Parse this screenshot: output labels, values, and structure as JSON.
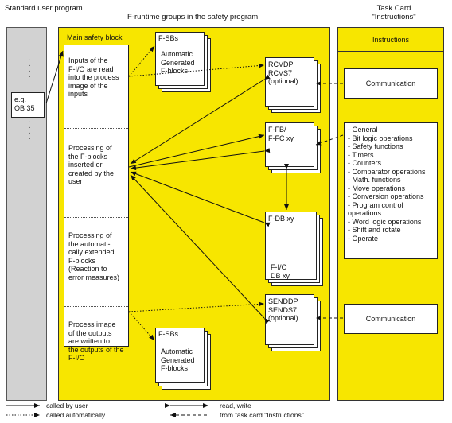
{
  "headers": {
    "standard_user_program": "Standard user program",
    "f_runtime_groups": "F-runtime groups in the safety program",
    "task_card": "Task Card\n\"Instructions\""
  },
  "ob": {
    "label": "e.g.\nOB 35"
  },
  "main_block": {
    "title": "Main safety block",
    "sections": [
      "Inputs of the\nF-I/O are read\ninto the process\nimage of the\ninputs",
      "Processing of\nthe F-blocks\ninserted or\ncreated by the\nuser",
      "Processing of\nthe automati-\ncally extended\nF-blocks\n(Reaction to\nerror measures)",
      "Process image\nof the outputs\nare written to\nthe outputs of the\nF-I/O"
    ]
  },
  "fsbs": [
    {
      "title": "F-SBs",
      "body": "Automatic\nGenerated\nF-blocks"
    },
    {
      "title": "F-SBs",
      "body": "Automatic\nGenerated\nF-blocks"
    }
  ],
  "blocks": {
    "rcv": "RCVDP\nRCVS7\n(optional)",
    "ffb": "F-FB/\nF-FC xy",
    "fdb_top": "F-DB xy",
    "fdb_bottom": "F-I/O\nDB xy",
    "snd": "SENDDP\nSENDS7\n(optional)"
  },
  "instructions": {
    "title": "Instructions",
    "communication_top": "Communication",
    "communication_bottom": "Communication",
    "list": [
      "- General",
      "- Bit logic operations",
      "- Safety functions",
      "- Timers",
      "- Counters",
      "- Comparator operations",
      "- Math. functions",
      "- Move operations",
      "- Conversion operations",
      "- Program control\n  operations",
      "- Word logic operations",
      "- Shift and rotate",
      "- Operate"
    ]
  },
  "legend": {
    "called_by_user": "called by user",
    "called_automatically": "called automatically",
    "read_write": "read, write",
    "from_task_card": "from task card \"Instructions\""
  },
  "colors": {
    "yellow": "#f7e600",
    "grey": "#d2d2d2"
  }
}
